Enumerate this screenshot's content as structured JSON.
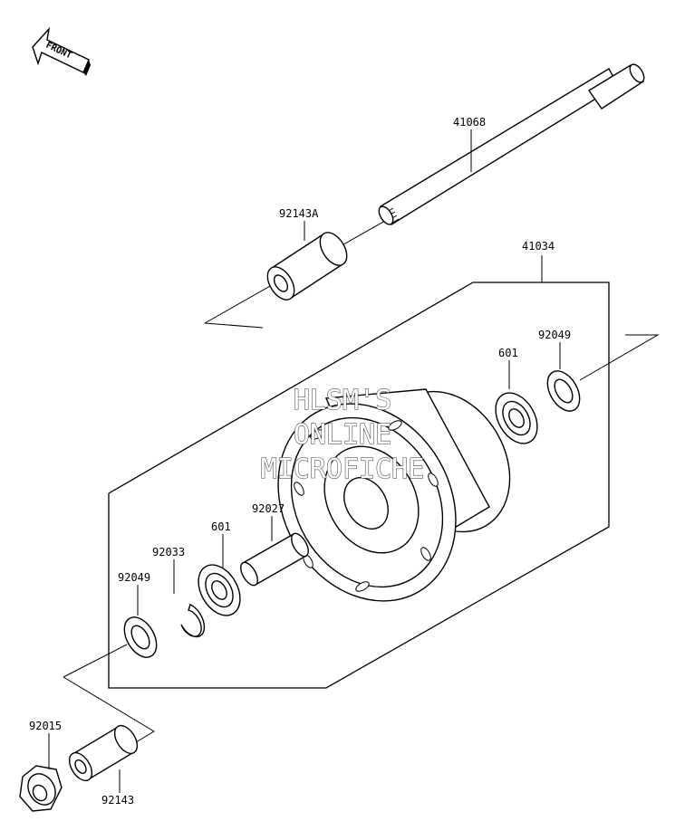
{
  "front_arrow": {
    "label": "FRONT"
  },
  "watermark": {
    "lines": [
      "HLSM'S",
      "ONLINE",
      "MICROFICHE"
    ]
  },
  "parts": {
    "axle": "41068",
    "collar_upper": "92143A",
    "hub_assembly": "41034",
    "bearing_right": "601",
    "seal_right": "92049",
    "spacer": "92027",
    "bearing_left": "601",
    "circlip": "92033",
    "seal_left": "92049",
    "nut": "92015",
    "collar_lower": "92143"
  },
  "colors": {
    "line": "#000000",
    "background": "#ffffff",
    "watermark_outline": "#555555"
  }
}
